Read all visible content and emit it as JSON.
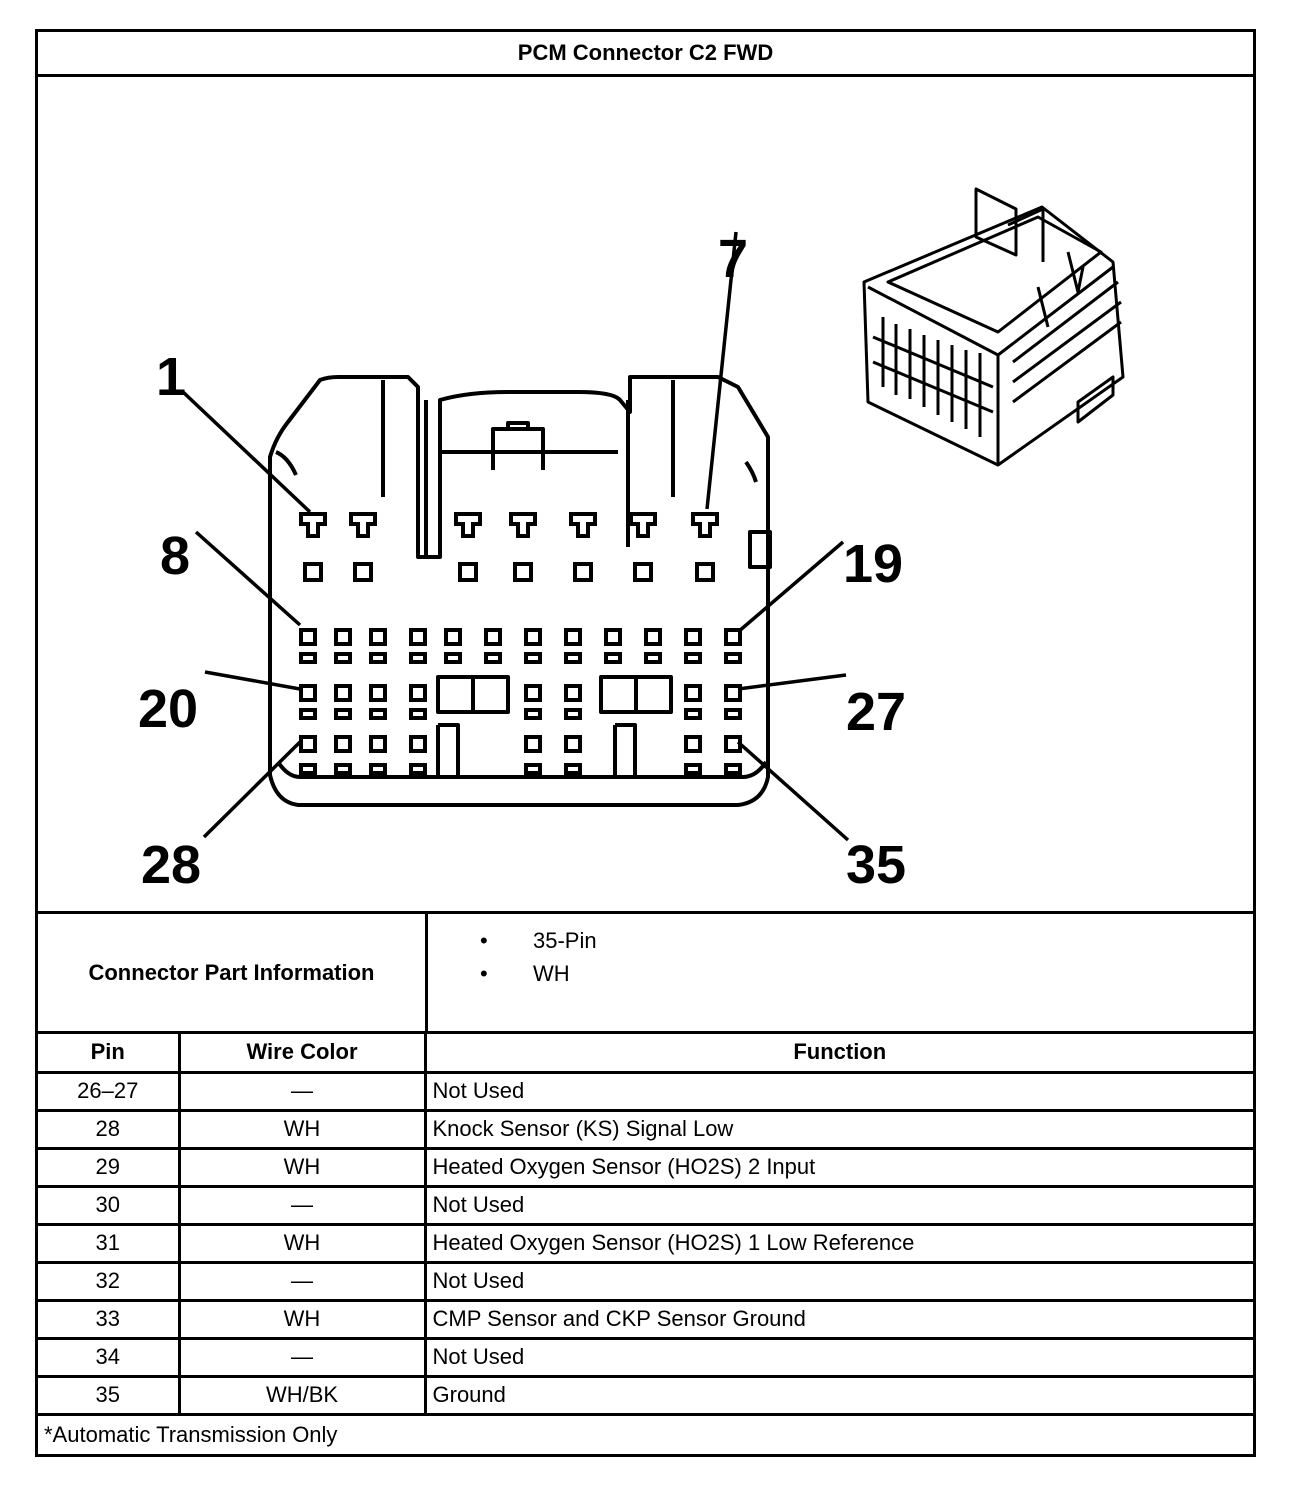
{
  "title": "PCM Connector C2 FWD",
  "figure": {
    "callouts": [
      "1",
      "7",
      "8",
      "19",
      "20",
      "27",
      "28",
      "35"
    ]
  },
  "part_info": {
    "label": "Connector Part Information",
    "items": [
      "35-Pin",
      "WH"
    ]
  },
  "table": {
    "headers": [
      "Pin",
      "Wire Color",
      "Function"
    ],
    "rows": [
      {
        "pin": "26–27",
        "color": "—",
        "function": "Not Used"
      },
      {
        "pin": "28",
        "color": "WH",
        "function": "Knock Sensor (KS) Signal Low"
      },
      {
        "pin": "29",
        "color": "WH",
        "function": "Heated Oxygen Sensor (HO2S) 2 Input"
      },
      {
        "pin": "30",
        "color": "—",
        "function": "Not Used"
      },
      {
        "pin": "31",
        "color": "WH",
        "function": "Heated Oxygen Sensor (HO2S) 1 Low Reference"
      },
      {
        "pin": "32",
        "color": "—",
        "function": "Not Used"
      },
      {
        "pin": "33",
        "color": "WH",
        "function": "CMP Sensor and CKP Sensor Ground"
      },
      {
        "pin": "34",
        "color": "—",
        "function": "Not Used"
      },
      {
        "pin": "35",
        "color": "WH/BK",
        "function": "Ground"
      }
    ]
  },
  "footnote": "*Automatic Transmission Only"
}
